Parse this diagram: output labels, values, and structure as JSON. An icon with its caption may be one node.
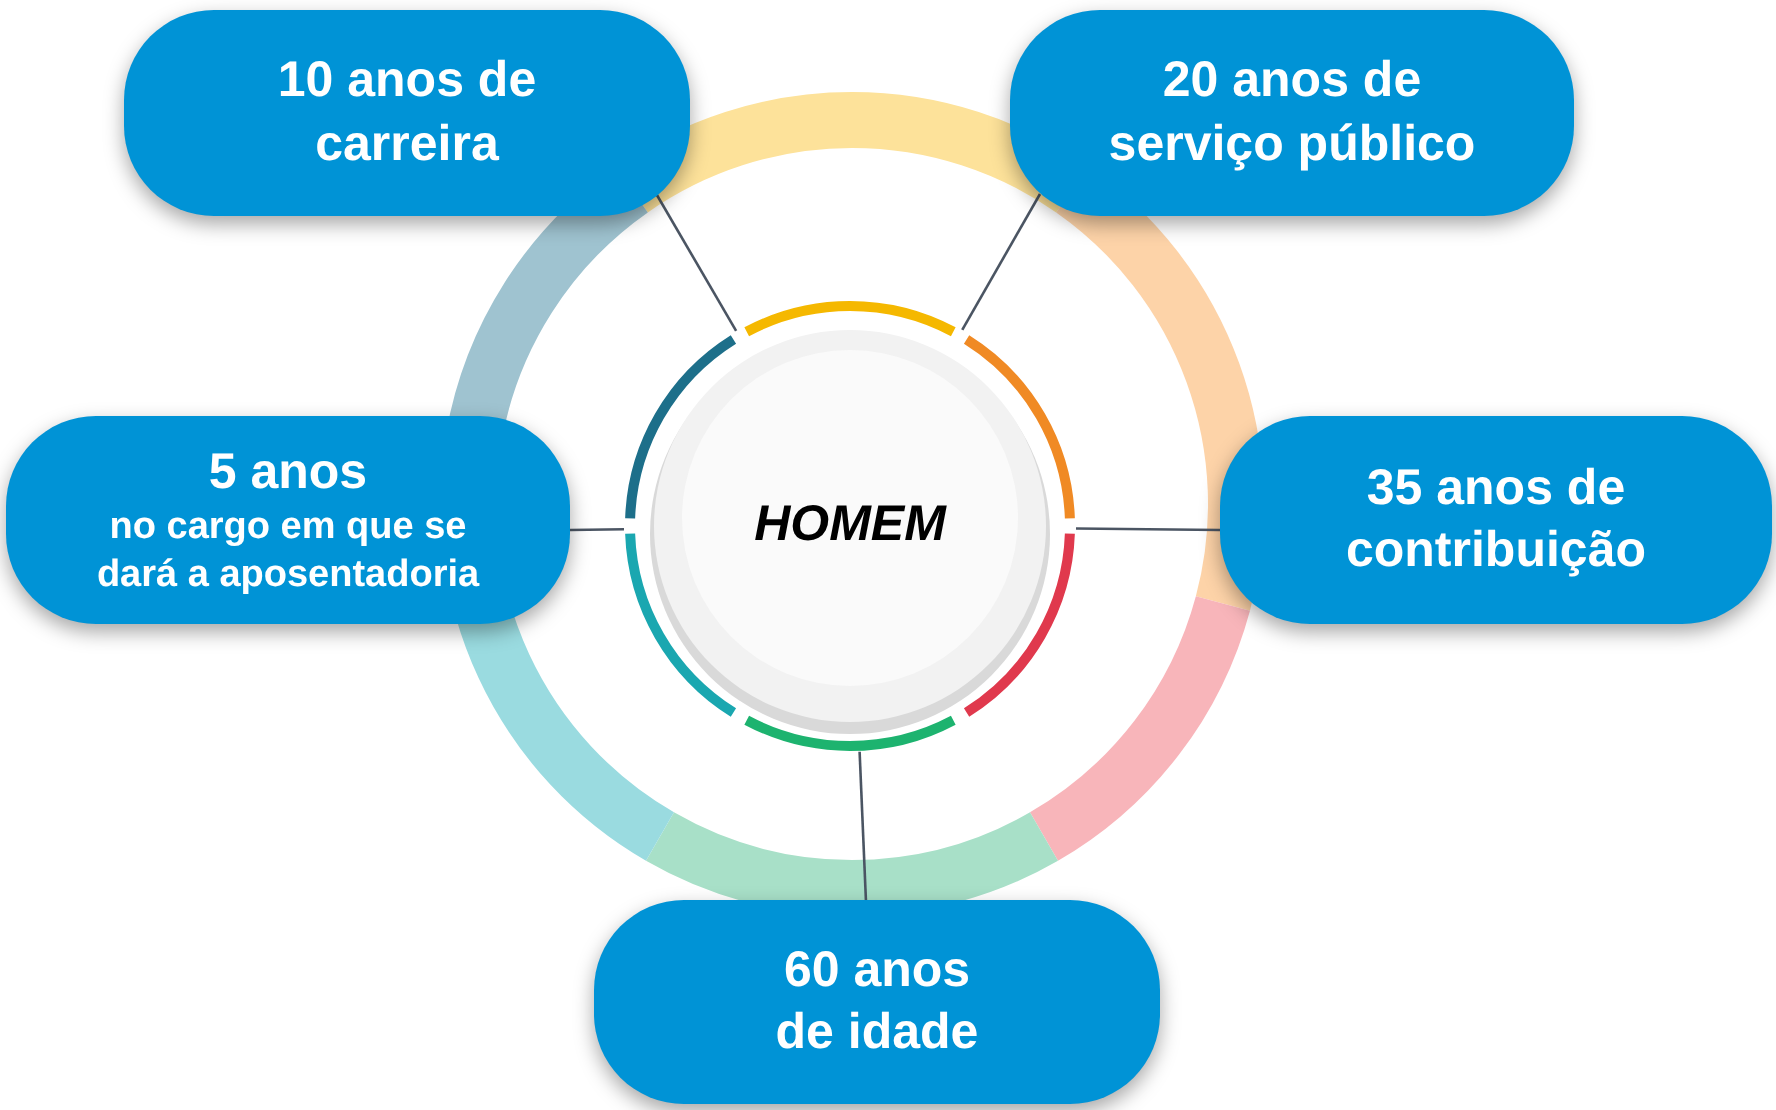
{
  "diagram": {
    "nodes": [
      {
        "text": [
          "HOMEM"
        ]
      },
      {
        "text": [
          "10 anos de carreira"
        ]
      },
      {
        "text": [
          "20 anos de serviço público"
        ]
      },
      {
        "text": [
          "5 anos",
          "no cargo em que se dará a aposentadoria"
        ]
      },
      {
        "text": [
          "35 anos de contribuição"
        ]
      },
      {
        "text": [
          "60 anos de idade"
        ]
      }
    ],
    "edges": [
      {
        "from": 1,
        "to": 0,
        "arrow": "none"
      },
      {
        "from": 2,
        "to": 0,
        "arrow": "none"
      },
      {
        "from": 3,
        "to": 0,
        "arrow": "none"
      },
      {
        "from": 4,
        "to": 0,
        "arrow": "none"
      },
      {
        "from": 5,
        "to": 0,
        "arrow": "none"
      }
    ]
  }
}
